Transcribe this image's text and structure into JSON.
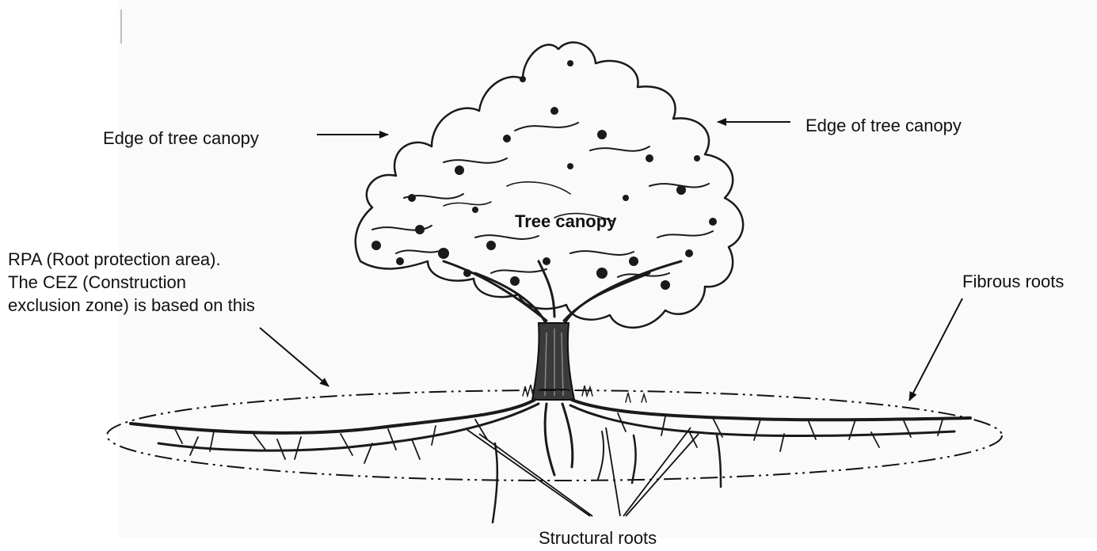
{
  "labels": {
    "canopy_edge_left": "Edge of tree canopy",
    "canopy_edge_right": "Edge of tree canopy",
    "tree_canopy": "Tree canopy",
    "rpa_line1": "RPA (Root protection area).",
    "rpa_line2": "The CEZ (Construction",
    "rpa_line3": "exclusion zone) is based on this",
    "fibrous_roots": "Fibrous roots",
    "structural_roots": "Structural roots"
  },
  "colors": {
    "ink": "#111111",
    "paper": "#ffffff",
    "shadow": "#e6e6e6"
  }
}
